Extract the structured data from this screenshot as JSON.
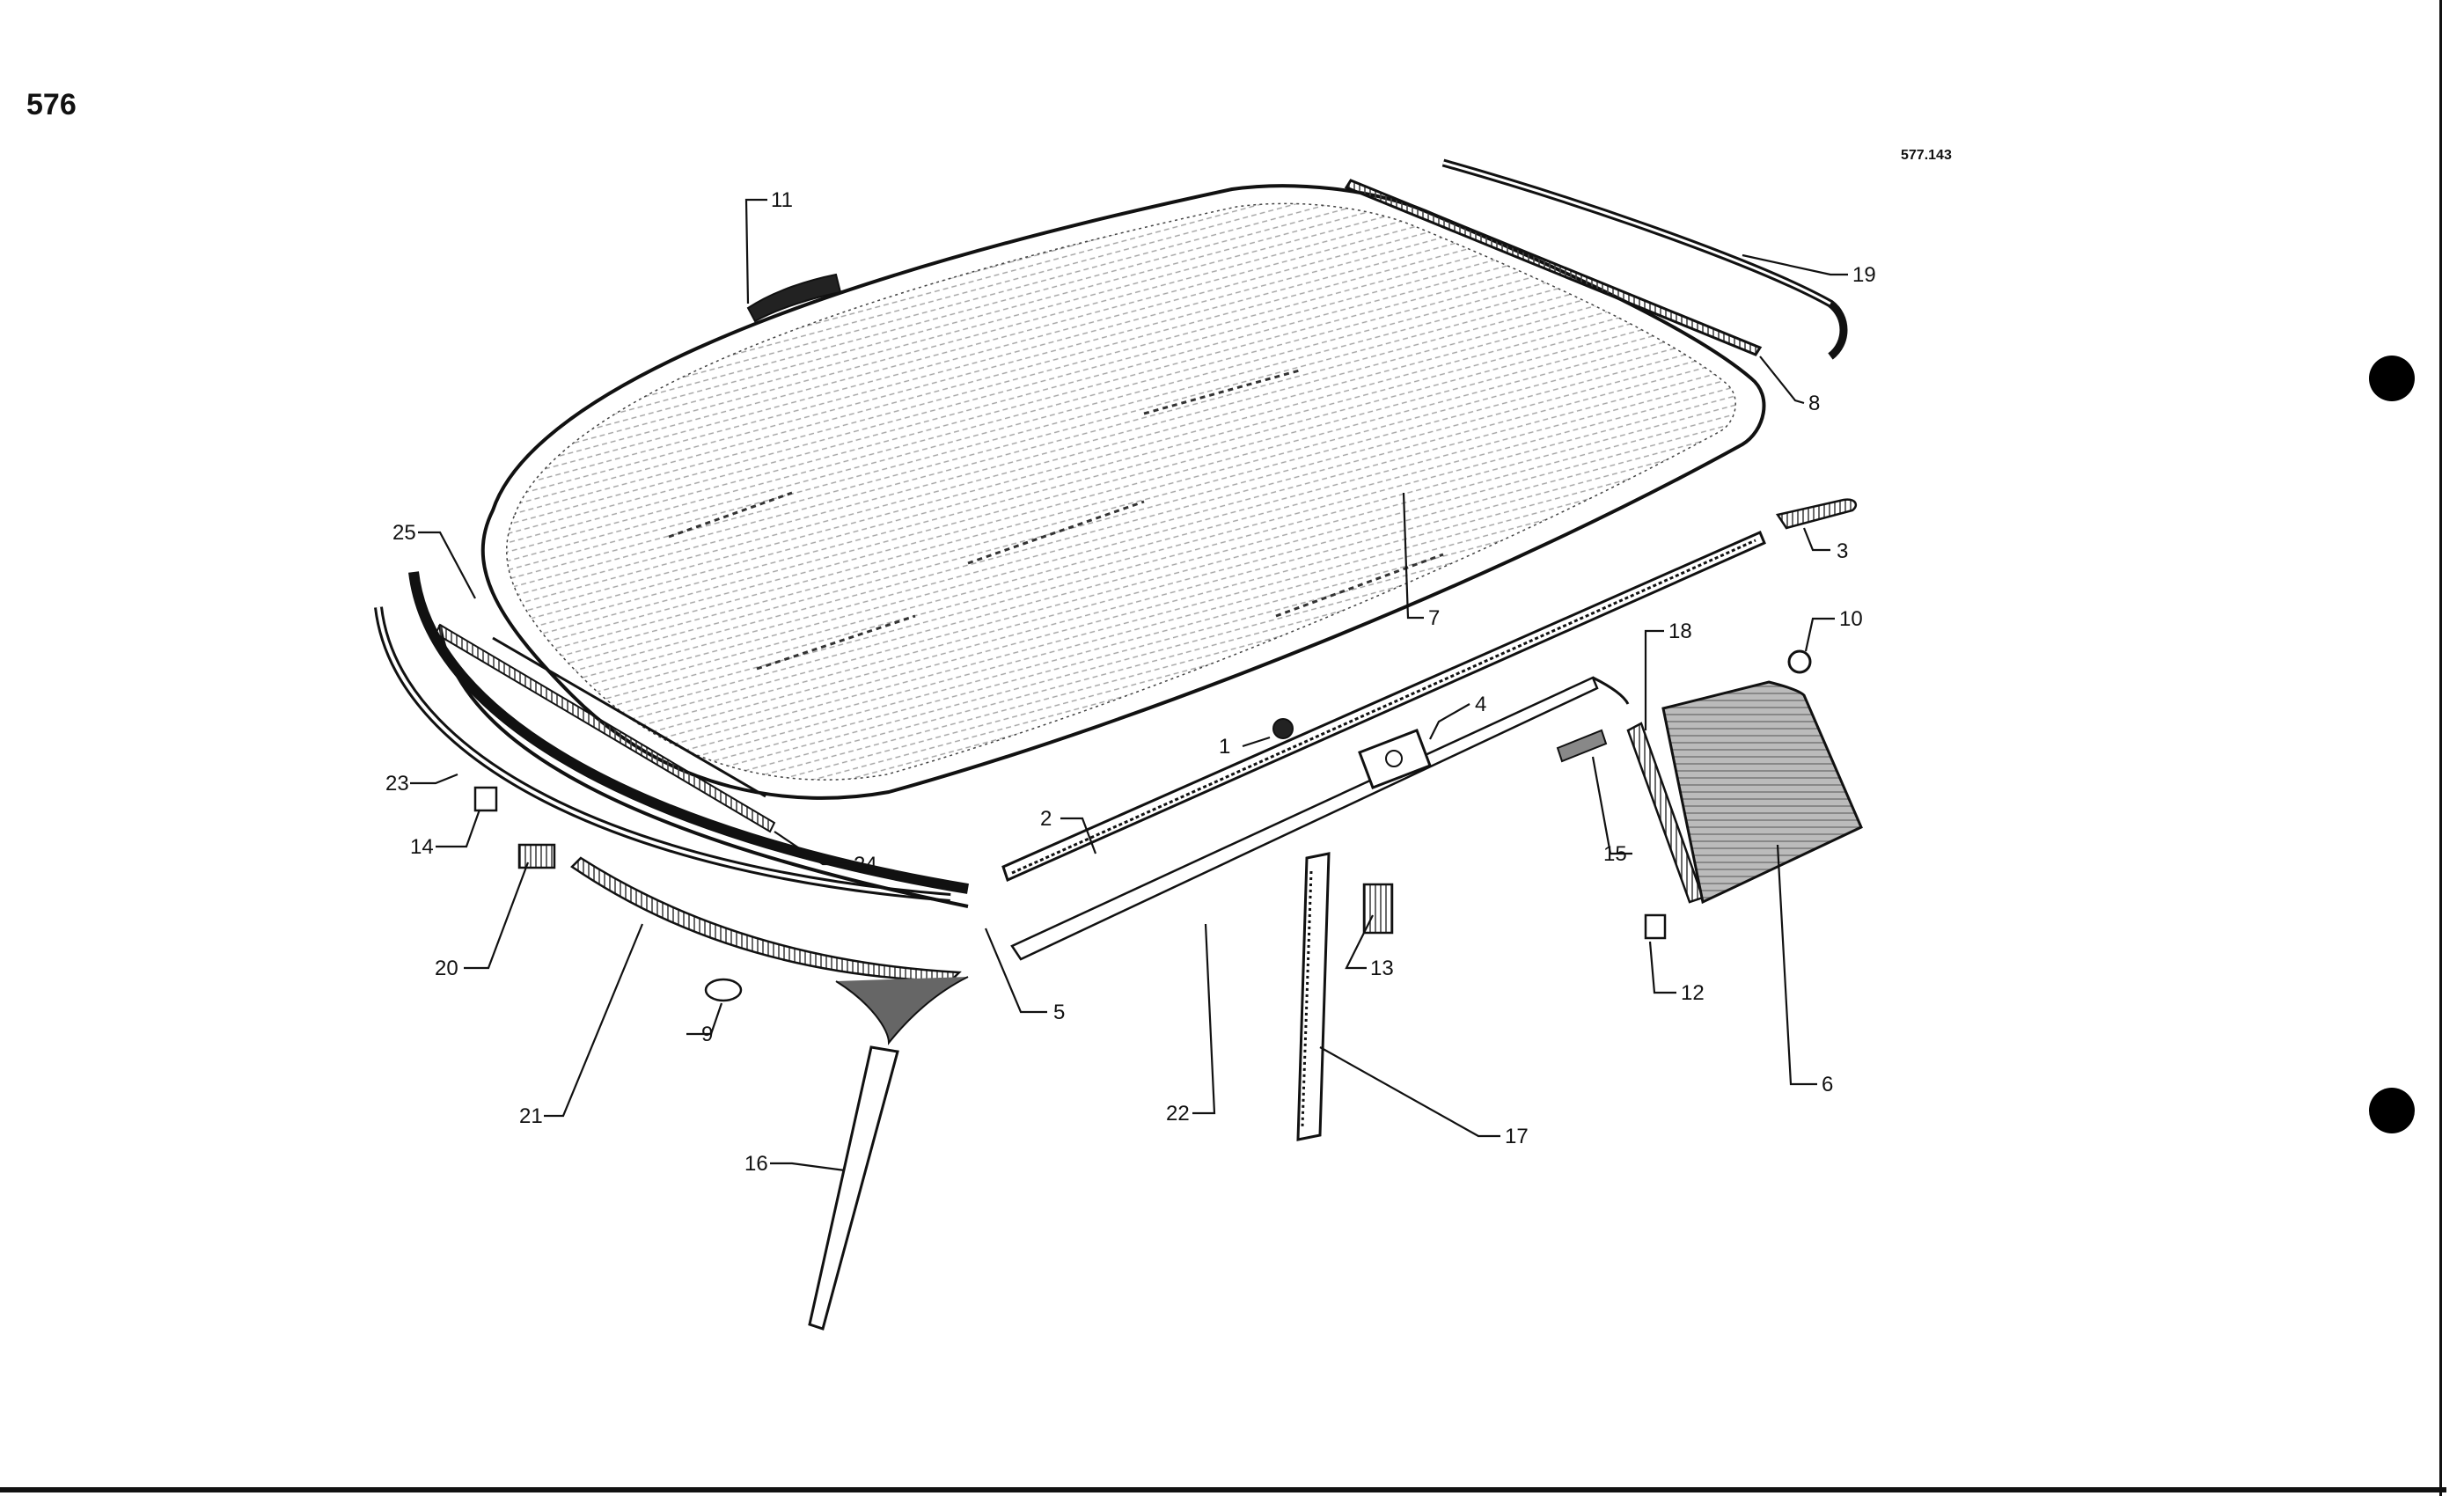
{
  "page": {
    "number": "576",
    "reference_code": "577.143"
  },
  "callouts": [
    "1",
    "2",
    "3",
    "4",
    "5",
    "6",
    "7",
    "8",
    "9",
    "10",
    "11",
    "12",
    "13",
    "14",
    "15",
    "16",
    "17",
    "18",
    "19",
    "20",
    "21",
    "22",
    "23",
    "24",
    "25"
  ]
}
